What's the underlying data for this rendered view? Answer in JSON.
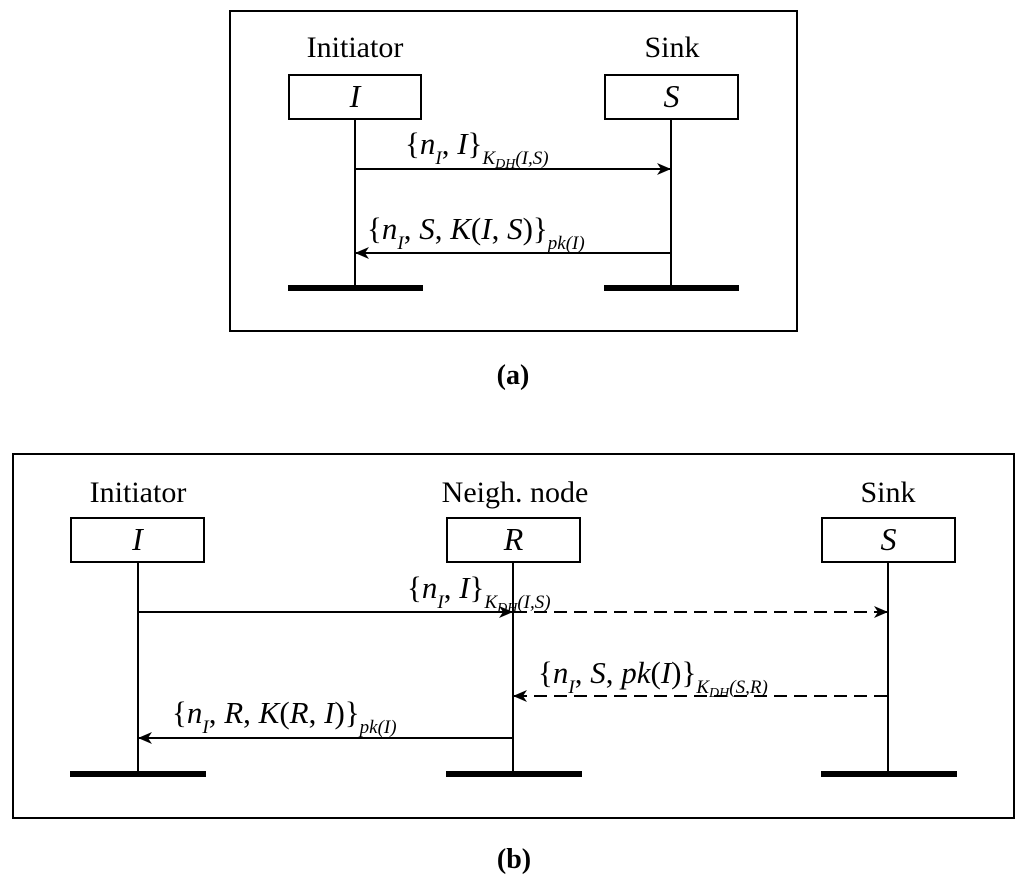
{
  "diagram_a": {
    "caption": "(a)",
    "actors": [
      {
        "role": "Initiator",
        "symbol": "I"
      },
      {
        "role": "Sink",
        "symbol": "S"
      }
    ],
    "messages": [
      {
        "text": "{nI, I}KDH(I,S)",
        "from": "I",
        "to": "S",
        "style": "solid"
      },
      {
        "text": "{nI, S, K(I, S)}pk(I)",
        "from": "S",
        "to": "I",
        "style": "solid"
      }
    ]
  },
  "diagram_b": {
    "caption": "(b)",
    "actors": [
      {
        "role": "Initiator",
        "symbol": "I"
      },
      {
        "role": "Neigh. node",
        "symbol": "R"
      },
      {
        "role": "Sink",
        "symbol": "S"
      }
    ],
    "messages": [
      {
        "text": "{nI, I}KDH(I,S)",
        "from": "I",
        "to": "R",
        "style": "solid"
      },
      {
        "text": "",
        "from": "R",
        "to": "S",
        "style": "dashed"
      },
      {
        "text": "{nI, S, pk(I)}KDH(S,R)",
        "from": "S",
        "to": "R",
        "style": "dashed"
      },
      {
        "text": "{nI, R, K(R, I)}pk(I)",
        "from": "R",
        "to": "I",
        "style": "solid"
      }
    ]
  }
}
